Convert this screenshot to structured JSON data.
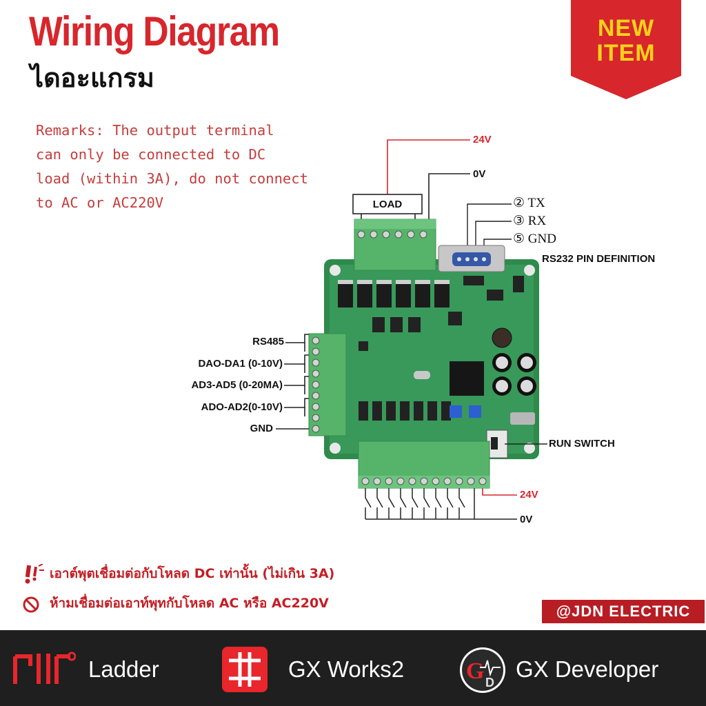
{
  "header": {
    "title": "Wiring Diagram",
    "subtitle": "ไดอะแกรม"
  },
  "badge": {
    "line1": "NEW",
    "line2": "ITEM",
    "color": "#d7262c"
  },
  "remarks": [
    "Remarks: The output terminal",
    "can only be connected to DC",
    "load (within 3A), do not connect",
    "to AC or AC220V"
  ],
  "diagram": {
    "output_24v": "24V",
    "output_0v": "0V",
    "load": "LOAD",
    "rs232_tx": "② TX",
    "rs232_rx": "③ RX",
    "rs232_gnd": "⑤ GND",
    "rs232_title": "RS232 PIN DEFINITION",
    "left_labels": [
      "RS485",
      "DAO-DA1 (0-10V)",
      "AD3-AD5 (0-20MA)",
      "ADO-AD2(0-10V)",
      "GND"
    ],
    "run_switch": "RUN SWITCH",
    "input_24v": "24V",
    "input_0v": "0V"
  },
  "notes": {
    "warning": "เอาต์พุตเชื่อมต่อกับโหลด DC เท่านั้น (ไม่เกิน 3A)",
    "prohibit": "ห้ามเชื่อมต่อเอาท์พุทกับโหลด AC หรือ AC220V"
  },
  "brand": "@JDN ELECTRIC",
  "footer": {
    "items": [
      "Ladder",
      "GX Works2",
      "GX Developer"
    ]
  },
  "colors": {
    "accent": "#d7262c",
    "pcb": "#2f8a4c",
    "terminal": "#55b46a",
    "footer": "#1f1f1f"
  }
}
